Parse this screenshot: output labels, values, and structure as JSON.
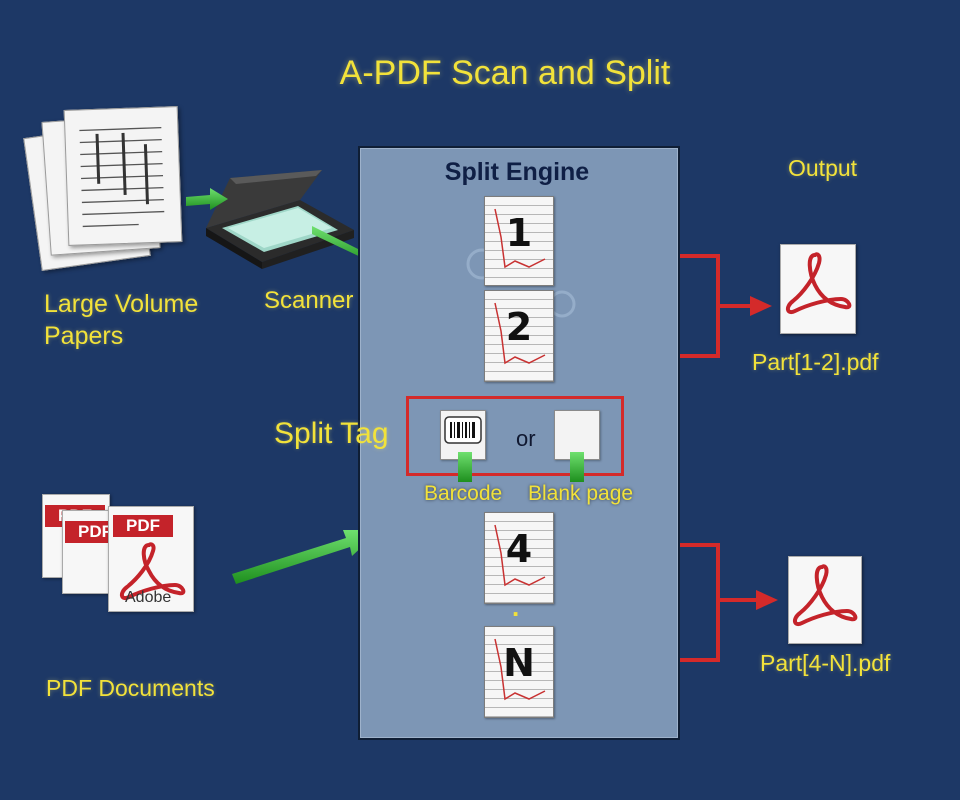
{
  "title": "A-PDF Scan and Split",
  "inputs": {
    "papers_label": "Large Volume Papers",
    "papers_label_line1": "Large Volume",
    "papers_label_line2": "Papers",
    "scanner_label": "Scanner",
    "pdf_docs_label": "PDF Documents",
    "pdf_band_text": "PDF",
    "adobe_text": "Adobe"
  },
  "engine": {
    "title": "Split Engine",
    "pages": [
      "1",
      "2",
      "4",
      "N"
    ],
    "separator": "."
  },
  "split_tag": {
    "label": "Split Tag",
    "or_text": "or",
    "barcode_caption": "Barcode",
    "blank_caption": "Blank page"
  },
  "output": {
    "label": "Output",
    "files": [
      "Part[1-2].pdf",
      "Part[4-N].pdf"
    ]
  },
  "colors": {
    "background": "#1d3866",
    "panel": "#7d96b5",
    "label_yellow": "#f2e23a",
    "connector_red": "#d42a2a",
    "arrow_green": "#2fb52f"
  }
}
